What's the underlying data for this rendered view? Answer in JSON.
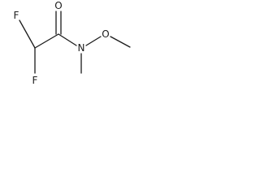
{
  "molecule": {
    "atoms": {
      "f_top": "F",
      "f_bottom": "F",
      "carbonyl_o": "O",
      "amide_n": "N",
      "ether_o": "O"
    },
    "colors": {
      "bond": "#1a1a1a",
      "label": "#1a1a1a",
      "background": "#ffffff"
    }
  }
}
